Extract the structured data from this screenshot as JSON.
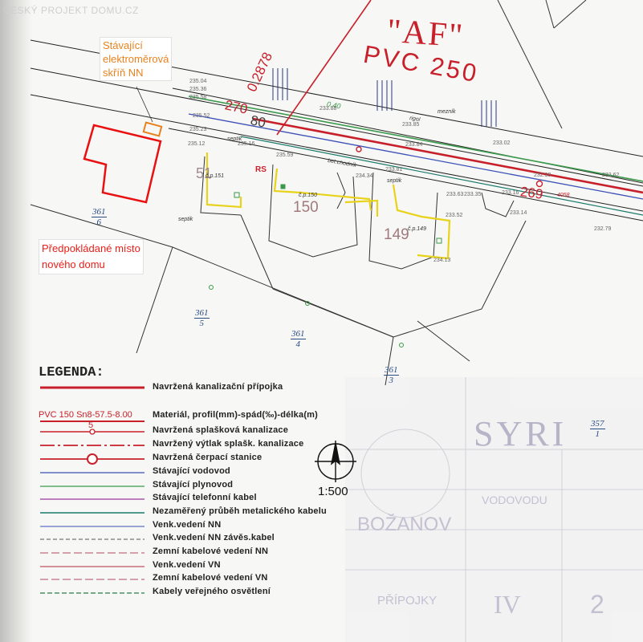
{
  "watermark": "ČESKÝ PROJEKT DOMU.CZ",
  "annotations": {
    "existing_meter_box": [
      "Stávající",
      "elektroměrová",
      "skříň NN"
    ],
    "planned_house": [
      "Předpokládané místo",
      "nového domu"
    ]
  },
  "sewer_label": {
    "code": "\"AF\"",
    "pipe": "PVC 250",
    "rotated_a": "0.2878",
    "length": "0.40",
    "house_numbers": [
      "270",
      "80",
      "51",
      "150",
      "149",
      "269"
    ]
  },
  "small_labels": {
    "rigol": "rigol",
    "mezni": "mezník",
    "chodnik": "bet.chodník",
    "septik_1": "septik",
    "septik_2": "septik",
    "septik_3": "septik",
    "cp151": "č.p.151",
    "cp150": "č.p.150",
    "cp149": "č.p.149",
    "rs": "RS",
    "n_4058": "4058"
  },
  "elevations": [
    "235.04",
    "235.36",
    "235.58",
    "235.52",
    "235.23",
    "235.16",
    "235.12",
    "235.59",
    "233.84",
    "233.85",
    "233.88",
    "234.34",
    "233.81",
    "233.63",
    "233.35",
    "233.16",
    "233.14",
    "233.52",
    "234.13",
    "233.02",
    "232.62",
    "232.79",
    "232.39"
  ],
  "parcels": [
    {
      "top": "361",
      "bottom": "6"
    },
    {
      "top": "361",
      "bottom": "5"
    },
    {
      "top": "361",
      "bottom": "4"
    },
    {
      "top": "361",
      "bottom": "3"
    },
    {
      "top": "357",
      "bottom": "1"
    }
  ],
  "legend": {
    "title": "LEGENDA:",
    "pipe_sample": "PVC 150  Sn8-57.5-8.00",
    "sample_number": "5",
    "items": [
      {
        "label": "Navržená kanalizační přípojka",
        "color": "#c8202a",
        "style": "thick"
      },
      {
        "label": "Materiál, profil(mm)-spád(‰)-délka(m)",
        "color": "#c8202a",
        "style": "text"
      },
      {
        "label": "Navržená splašková kanalizace",
        "color": "#c8202a",
        "style": "node"
      },
      {
        "label": "Navržený výtlak splašk. kanalizace",
        "color": "#c8202a",
        "style": "dashdot"
      },
      {
        "label": "Navržená čerpací stanice",
        "color": "#c8202a",
        "style": "circle"
      },
      {
        "label": "Stávající vodovod",
        "color": "#3a4fb8",
        "style": "solid"
      },
      {
        "label": "Stávající plynovod",
        "color": "#3a9a4a",
        "style": "solid"
      },
      {
        "label": "Stávající telefonní kabel",
        "color": "#9a3a9a",
        "style": "solid"
      },
      {
        "label": "Nezaměřený průběh metalického kabelu",
        "color": "#1a7a6a",
        "style": "solid"
      },
      {
        "label": "Venk.vedení NN",
        "color": "#3a4fb8",
        "style": "solid"
      },
      {
        "label": "Venk.vedení NN závěs.kabel",
        "color": "#555555",
        "style": "dash-fine"
      },
      {
        "label": "Zemní kabelové vedení NN",
        "color": "#b04a60",
        "style": "dash"
      },
      {
        "label": "Venk.vedení VN",
        "color": "#b02a3a",
        "style": "solid"
      },
      {
        "label": "Zemní kabelové vedení VN",
        "color": "#b04a6a",
        "style": "dash"
      },
      {
        "label": "Kabely veřejného osvětlení",
        "color": "#2a7a4a",
        "style": "dash-green"
      }
    ]
  },
  "scale": "1:500",
  "stamp_words": [
    "SYRI",
    "BOŽANOV",
    "VODOVODU",
    "PŘÍPOJKY"
  ],
  "stamp_cell_numbers": [
    "IV",
    "2"
  ]
}
